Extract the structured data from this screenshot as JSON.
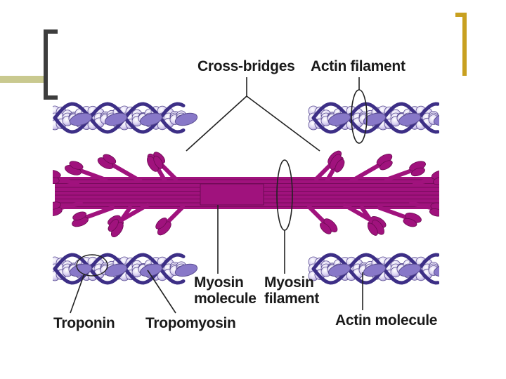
{
  "slide": {
    "accent_olive": "#c9c98f",
    "accent_gold": "#c8a020",
    "bracket_dark": "#3d3d3d"
  },
  "diagram": {
    "labels": {
      "cross_bridges": "Cross-bridges",
      "actin_filament": "Actin filament",
      "myosin_molecule_line1": "Myosin",
      "myosin_molecule_line2": "molecule",
      "myosin_filament_line1": "Myosin",
      "myosin_filament_line2": "filament",
      "troponin": "Troponin",
      "tropomyosin": "Tropomyosin",
      "actin_molecule": "Actin molecule"
    },
    "colors": {
      "myosin": "#a0127d",
      "myosin_dark": "#6b0a52",
      "actin_bead": "#dcd4f2",
      "actin_outline": "#5a4d92",
      "tropomyosin": "#3d2f86",
      "troponin": "#8878c8"
    }
  }
}
